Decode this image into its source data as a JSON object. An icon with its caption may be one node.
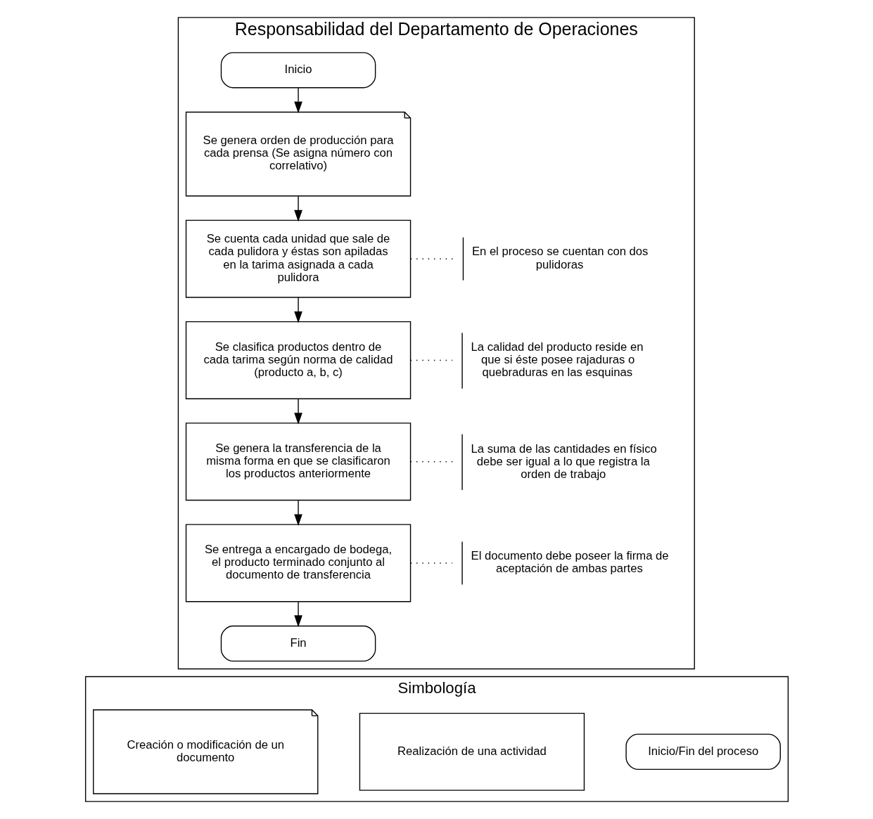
{
  "diagram": {
    "nodes": [
      {
        "text": [
          "Responsabilidad del Departamento de Operaciones"
        ]
      },
      {
        "text": [
          "Inicio"
        ],
        "in": 0
      },
      {
        "text": [
          "Se genera orden de producción para cada prensa (Se asigna número con correlativo)"
        ],
        "in": 0
      },
      {
        "text": [
          "Se cuenta cada unidad que sale de cada pulidora y éstas son apiladas en la tarima asignada a cada pulidora"
        ],
        "in": 0
      },
      {
        "text": [
          "En el proceso se cuentan con dos pulidoras"
        ],
        "in": 0
      },
      {
        "text": [
          "Se clasifica productos dentro de cada tarima según norma de calidad (producto a, b, c)"
        ],
        "in": 0
      },
      {
        "text": [
          "La calidad del producto reside en que si éste posee rajaduras o quebraduras en las esquinas"
        ],
        "in": 0
      },
      {
        "text": [
          "Se genera la transferencia de la misma forma en que se clasificaron los productos anteriormente"
        ],
        "in": 0
      },
      {
        "text": [
          "La suma de las cantidades en físico debe ser igual a lo que registra la orden de trabajo"
        ],
        "in": 0
      },
      {
        "text": [
          "Se entrega a encargado de bodega, el producto terminado conjunto al documento de transferencia"
        ],
        "in": 0
      },
      {
        "text": [
          "El documento debe poseer la firma de aceptación de ambas partes"
        ],
        "in": 0
      },
      {
        "text": [
          "Fin"
        ],
        "in": 0
      },
      {
        "text": [
          "Simbología"
        ]
      },
      {
        "text": [
          "Inicio/Fin del proceso"
        ],
        "in": 12
      },
      {
        "text": [
          "Realización de una actividad"
        ],
        "in": 12
      },
      {
        "text": [
          "Creación o modificación de un documento"
        ],
        "in": 12
      }
    ],
    "edges": [
      {
        "from": 1,
        "to": 2,
        "arrow": "to"
      },
      {
        "from": 2,
        "to": 3,
        "arrow": "to"
      },
      {
        "from": 3,
        "to": 4,
        "arrow": "none",
        "style": "dashed"
      },
      {
        "from": 3,
        "to": 5,
        "arrow": "to"
      },
      {
        "from": 5,
        "to": 6,
        "arrow": "none",
        "style": "dashed"
      },
      {
        "from": 5,
        "to": 7,
        "arrow": "to"
      },
      {
        "from": 7,
        "to": 8,
        "arrow": "none",
        "style": "dashed"
      },
      {
        "from": 7,
        "to": 9,
        "arrow": "to"
      },
      {
        "from": 9,
        "to": 10,
        "arrow": "none",
        "style": "dashed"
      },
      {
        "from": 9,
        "to": 11,
        "arrow": "to"
      }
    ]
  }
}
